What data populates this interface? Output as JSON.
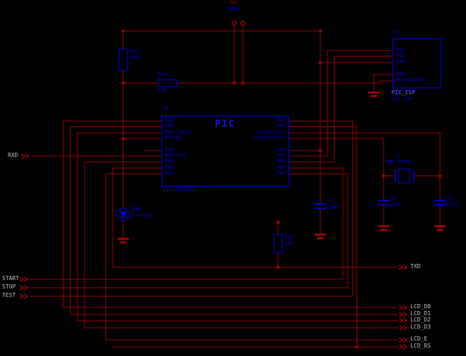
{
  "colors": {
    "wire": "#A00000",
    "symbol": "#0000CC",
    "net_label": "#C4C4C4"
  },
  "jumper": {
    "ref": "JP1",
    "value": "JUMP3"
  },
  "r12": {
    "ref": "R12",
    "value": "10k"
  },
  "r14": {
    "ref": "R14",
    "value": "100"
  },
  "r13": {
    "ref": "R13",
    "value": "10k"
  },
  "dw1": {
    "ref": "DW1",
    "value": "P-RI72D"
  },
  "c7": {
    "ref": "C7",
    "value": "100n"
  },
  "c8": {
    "ref": "C8",
    "value": "22pF"
  },
  "c9": {
    "ref": "C9",
    "value": "22pF"
  },
  "x1": {
    "ref": "X1",
    "value": "QM4.0000"
  },
  "j2": {
    "ref": "J2",
    "name": "PIC_ISP",
    "value": "PIC_ISP",
    "pins": [
      "PGC",
      "PGD",
      "VDD",
      "GND",
      "MCLR#/VPP"
    ]
  },
  "pic": {
    "ref": "U1",
    "title": "PIC",
    "value": "PIC-16F628A",
    "left_pins": [
      "RA2",
      "RA3",
      "RA4/T0CKI",
      "MCLR#",
      "GND",
      "RB0/INT",
      "RB1",
      "RB2",
      "RB3"
    ],
    "right_pins": [
      "RA1",
      "RA0",
      "CLKIN/OSC1",
      "CLKOUT/OSC2",
      "VDD",
      "RB7",
      "RB6",
      "RB5",
      "RB4"
    ]
  },
  "nets": {
    "rxd": "RXD",
    "txd": "TXD",
    "start": "START",
    "stop": "STOP",
    "test": "TEST",
    "lcd_d0": "LCD_D0",
    "lcd_d1": "LCD_D1",
    "lcd_d2": "LCD_D2",
    "lcd_d3": "LCD_D3",
    "lcd_e": "LCD_E",
    "lcd_rs": "LCD_RS"
  }
}
